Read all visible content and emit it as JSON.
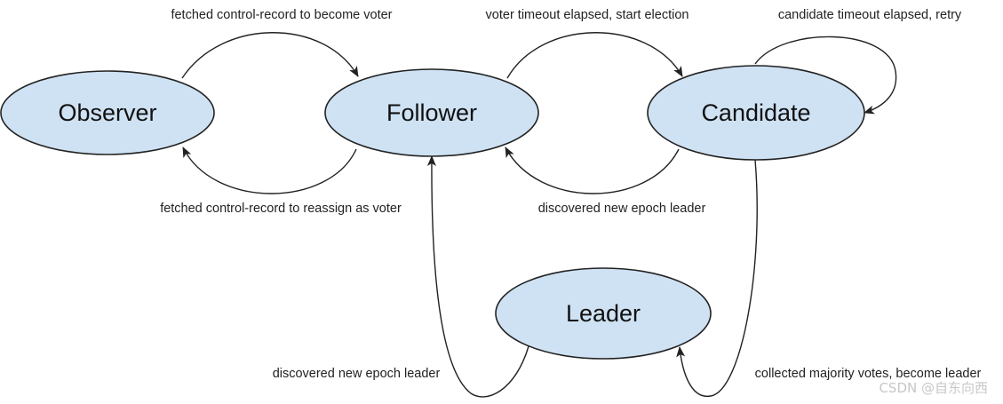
{
  "diagram": {
    "node_fill": "#cfe2f3",
    "node_stroke": "#222222",
    "nodes": {
      "observer": "Observer",
      "follower": "Follower",
      "candidate": "Candidate",
      "leader": "Leader"
    },
    "edges": {
      "observer_to_follower": "fetched control-record to become voter",
      "follower_to_observer": "fetched control-record to reassign as voter",
      "follower_to_candidate": "voter timeout elapsed, start election",
      "candidate_to_follower": "discovered new epoch leader",
      "candidate_self_loop": "candidate timeout elapsed, retry",
      "leader_to_follower": "discovered new epoch leader",
      "candidate_to_leader": "collected majority votes, become leader"
    }
  },
  "watermark": "CSDN @自东向西"
}
